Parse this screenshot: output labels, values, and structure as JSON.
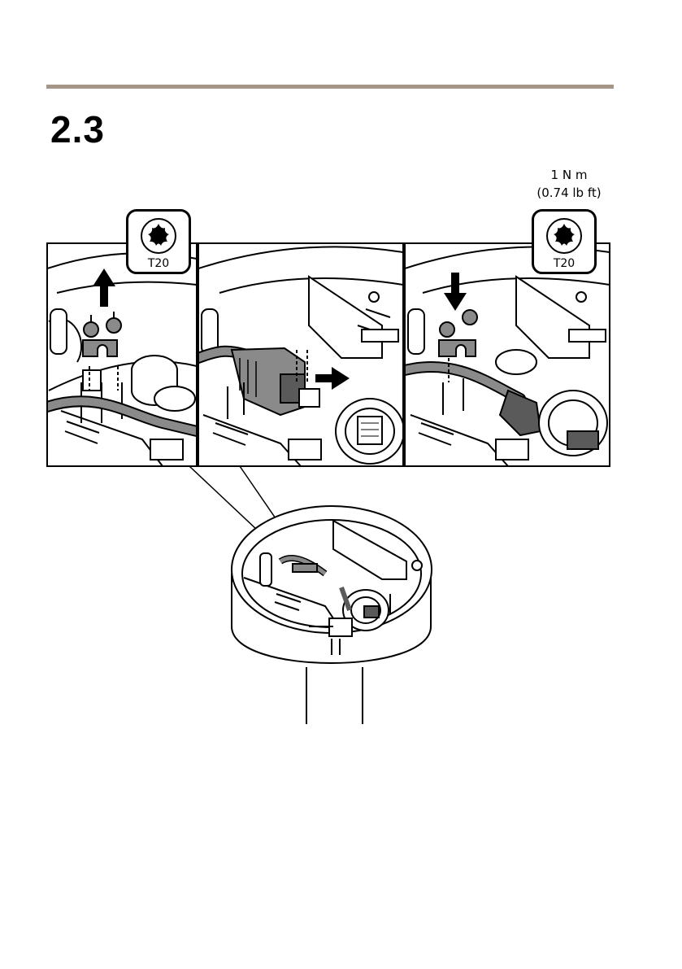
{
  "section": {
    "number": "2.3",
    "rule_color": "#a69688"
  },
  "torque": {
    "metric": "1 N m",
    "imperial": "(0.74 lb ft)"
  },
  "tools": [
    {
      "label": "T20",
      "icon": "torx-bit-icon"
    },
    {
      "label": "T20",
      "icon": "torx-bit-icon"
    }
  ],
  "panels": [
    {
      "step": "remove-cable-clamp",
      "arrow": "up"
    },
    {
      "step": "connect-network-cable",
      "arrow": "right"
    },
    {
      "step": "reattach-cable-clamp",
      "arrow": "down"
    }
  ],
  "colors": {
    "line": "#000000",
    "part_gray": "#8a8a8a",
    "dark_gray": "#5a5a5a",
    "background": "#ffffff"
  }
}
